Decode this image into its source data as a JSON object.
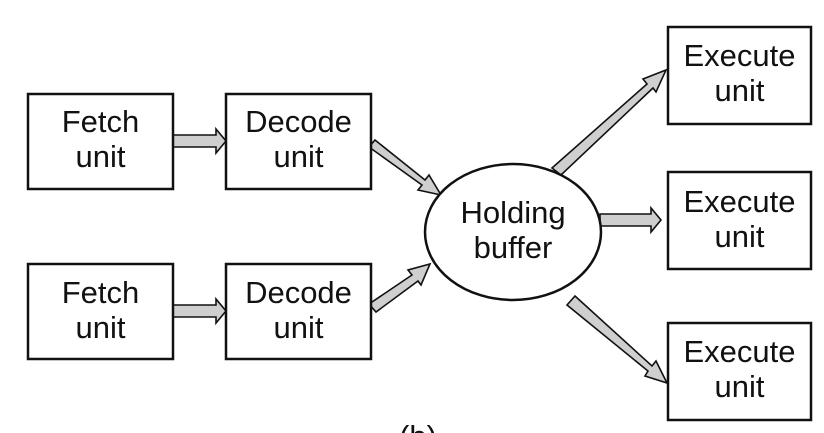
{
  "nodes": {
    "fetch_top": {
      "line1": "Fetch",
      "line2": "unit"
    },
    "decode_top": {
      "line1": "Decode",
      "line2": "unit"
    },
    "fetch_bottom": {
      "line1": "Fetch",
      "line2": "unit"
    },
    "decode_bottom": {
      "line1": "Decode",
      "line2": "unit"
    },
    "holding_buffer": {
      "line1": "Holding",
      "line2": "buffer"
    },
    "execute_top": {
      "line1": "Execute",
      "line2": "unit"
    },
    "execute_middle": {
      "line1": "Execute",
      "line2": "unit"
    },
    "execute_bottom": {
      "line1": "Execute",
      "line2": "unit"
    }
  },
  "caption": "(b)",
  "colors": {
    "arrow_fill": "#cfcfcf",
    "stroke": "#111111",
    "background": "#ffffff"
  }
}
